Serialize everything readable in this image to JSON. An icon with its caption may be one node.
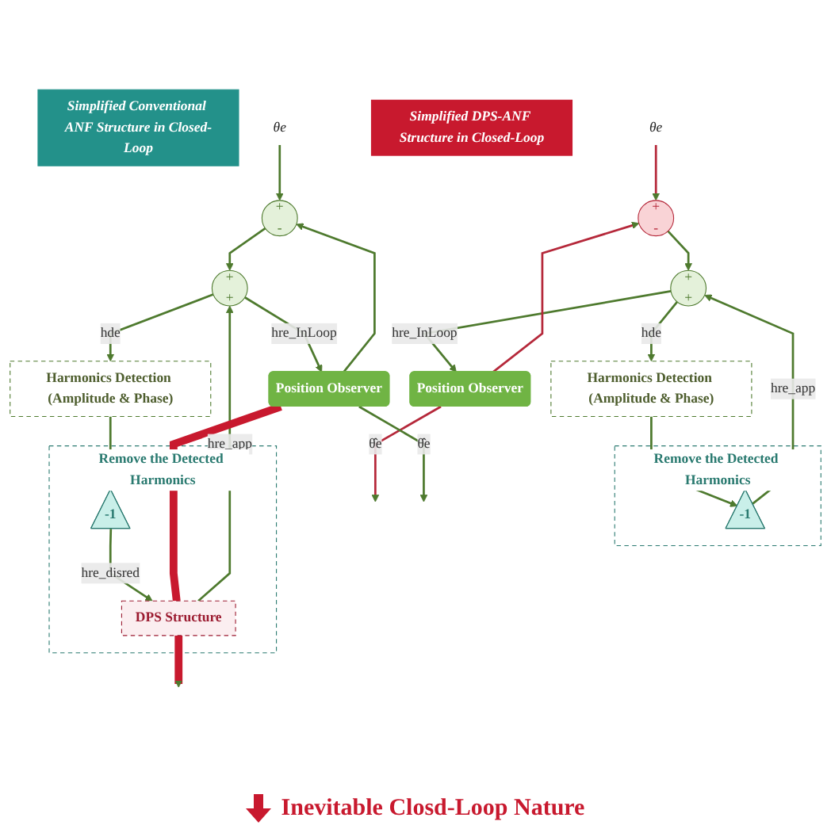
{
  "diagram": {
    "nodes": [
      {
        "text": [
          "Simplified Conventional ANF Structure in Closed-Loop"
        ]
      },
      {
        "text": [
          "θe"
        ]
      },
      {
        "text": [
          "+",
          "-"
        ]
      },
      {
        "text": [
          "+",
          "+"
        ]
      },
      {
        "text": [
          "Position Observer"
        ]
      },
      {
        "text": [
          "Remove the Detected Harmonics"
        ]
      },
      {
        "text": [
          "-1"
        ],
        "in": 5
      },
      {
        "text": [
          "Harmonics Detection (Amplitude & Phase)"
        ]
      },
      {
        "text": [
          "Simplified DPS-ANF Structure in Closed-Loop"
        ]
      },
      {
        "text": [
          "θe"
        ]
      },
      {
        "text": [
          "+",
          "-"
        ]
      },
      {
        "text": [
          "+",
          "+"
        ]
      },
      {
        "text": [
          "Position Observer"
        ]
      },
      {
        "text": [
          "Remove the Detected Harmonics"
        ]
      },
      {
        "text": [
          "DPS Structure"
        ],
        "in": 13
      },
      {
        "text": [
          "-1"
        ],
        "in": 13
      },
      {
        "text": [
          "Harmonics Detection (Amplitude & Phase)"
        ]
      }
    ],
    "edges": [
      {
        "from": 1,
        "to": 2,
        "arrow": "to",
        "color": "#b5283a"
      },
      {
        "from": 2,
        "to": 3,
        "arrow": "to"
      },
      {
        "from": 3,
        "to": 4,
        "arrow": "to",
        "label": "hre_InLoop"
      },
      {
        "from": 3,
        "to": 7,
        "arrow": "to",
        "label": "hde"
      },
      {
        "from": 4,
        "to": null,
        "arrow": "to",
        "label": "θ̂e",
        "color": "#b5283a"
      },
      {
        "from": 4,
        "to": 2,
        "arrow": "to",
        "color": "#b5283a"
      },
      {
        "from": 7,
        "to": 6,
        "arrow": "to"
      },
      {
        "from": 6,
        "to": 3,
        "arrow": "to",
        "label": "hre_app"
      },
      {
        "from": 9,
        "to": 10,
        "arrow": "to"
      },
      {
        "from": 10,
        "to": 11,
        "arrow": "to"
      },
      {
        "from": 11,
        "to": 12,
        "arrow": "to",
        "label": "hre_InLoop"
      },
      {
        "from": 11,
        "to": 16,
        "arrow": "to",
        "label": "hde"
      },
      {
        "from": 12,
        "to": null,
        "arrow": "to",
        "label": "θ̂e"
      },
      {
        "from": 12,
        "to": 10,
        "arrow": "to"
      },
      {
        "from": 16,
        "to": 15,
        "arrow": "to"
      },
      {
        "from": 15,
        "to": 14,
        "arrow": "to",
        "label": "hre_disred"
      },
      {
        "from": 14,
        "to": 11,
        "arrow": "to",
        "label": "hre_app"
      },
      {
        "from": 12,
        "to": 14,
        "arrow": "none",
        "style": "thick",
        "color": "#c8192e"
      },
      {
        "from": 14,
        "to": null,
        "arrow": "to",
        "style": "thick",
        "color": "#c8192e"
      }
    ],
    "labels": [
      "Inevitable Closd-Loop Nature"
    ]
  }
}
